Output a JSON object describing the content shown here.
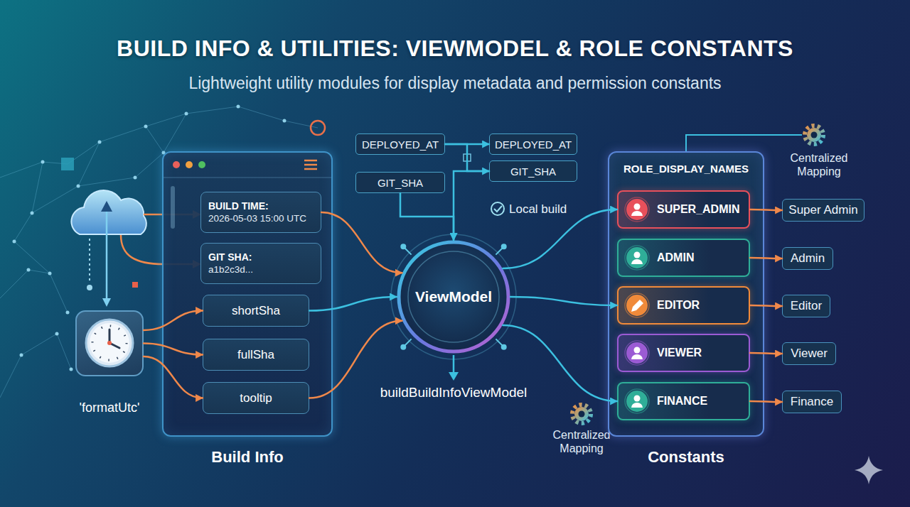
{
  "diagram": {
    "title": "BUILD INFO & UTILITIES: VIEWMODEL & ROLE CONSTANTS",
    "nodes": [
      {
        "text": [
          "Build Info"
        ]
      },
      {
        "text": [
          "BUILD TIME:",
          "2026-05-03 15:00 UTC"
        ],
        "in": 0
      },
      {
        "text": [
          "GIT SHA:",
          "a1b2c3d..."
        ],
        "in": 0
      },
      {
        "text": [
          "shortSha"
        ],
        "in": 0
      },
      {
        "text": [
          "fullSha"
        ],
        "in": 0
      },
      {
        "text": [
          "tooltip"
        ],
        "in": 0
      },
      {
        "text": [
          "'formatUtc'"
        ]
      },
      {
        "text": [
          "DEPLOYED_AT"
        ]
      },
      {
        "text": [
          "DEPLOYED_AT"
        ]
      },
      {
        "text": [
          "GIT_SHA"
        ]
      },
      {
        "text": [
          "GIT_SHA"
        ]
      },
      {
        "text": [
          "ViewModel",
          "buildBuildInfoViewModel"
        ]
      },
      {
        "text": [
          "ROLE_DISPLAY_NAMES",
          "Constants"
        ]
      },
      {
        "text": [
          "SUPER_ADMIN"
        ],
        "in": 12
      },
      {
        "text": [
          "ADMIN"
        ],
        "in": 12
      },
      {
        "text": [
          "EDITOR"
        ],
        "in": 12
      },
      {
        "text": [
          "VIEWER"
        ],
        "in": 12
      },
      {
        "text": [
          "FINANCE"
        ],
        "in": 12
      },
      {
        "text": [
          "Super Admin"
        ]
      },
      {
        "text": [
          "Admin"
        ]
      },
      {
        "text": [
          "Editor"
        ]
      },
      {
        "text": [
          "Viewer"
        ]
      },
      {
        "text": [
          "Finance"
        ]
      }
    ],
    "edges": [
      {
        "from": 6,
        "to": 3,
        "arrow": "to"
      },
      {
        "from": 6,
        "to": 4,
        "arrow": "to"
      },
      {
        "from": 6,
        "to": 5,
        "arrow": "to"
      },
      {
        "from": 1,
        "to": 11,
        "arrow": "to"
      },
      {
        "from": 3,
        "to": 11,
        "arrow": "to"
      },
      {
        "from": 5,
        "to": 11,
        "arrow": "to"
      },
      {
        "from": 7,
        "to": 8,
        "arrow": "to"
      },
      {
        "from": 7,
        "to": 10,
        "arrow": "to"
      },
      {
        "from": 9,
        "to": 11,
        "arrow": "to"
      },
      {
        "from": 10,
        "to": 11,
        "arrow": "to"
      },
      {
        "from": 11,
        "to": 13,
        "arrow": "to"
      },
      {
        "from": 11,
        "to": 15,
        "arrow": "to"
      },
      {
        "from": 11,
        "to": 17,
        "arrow": "to"
      },
      {
        "from": 13,
        "to": 18,
        "arrow": "to"
      },
      {
        "from": 14,
        "to": 19,
        "arrow": "to"
      },
      {
        "from": 15,
        "to": 20,
        "arrow": "to"
      },
      {
        "from": 16,
        "to": 21,
        "arrow": "to"
      },
      {
        "from": 17,
        "to": 22,
        "arrow": "to"
      }
    ],
    "labels": [
      "Lightweight utility modules for display metadata and permission constants",
      "Local build",
      "Centralized Mapping",
      "Centralized Mapping"
    ]
  }
}
